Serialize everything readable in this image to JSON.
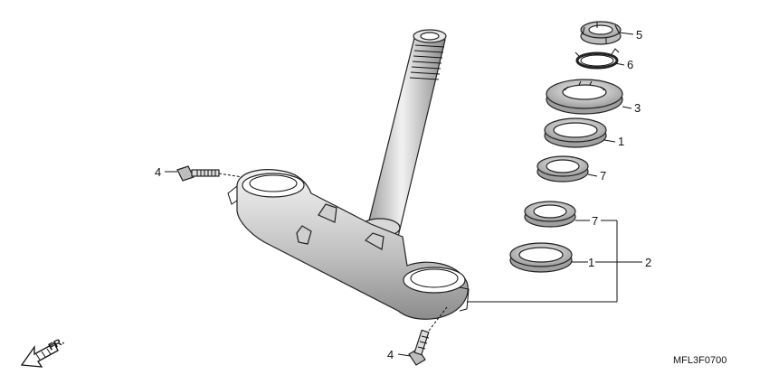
{
  "diagram": {
    "code": "MFL3F0700",
    "direction": "FR.",
    "callouts": {
      "c5": "5",
      "c6": "6",
      "c3": "3",
      "c1a": "1",
      "c7a": "7",
      "c7b": "7",
      "c1b": "1",
      "c2": "2",
      "c4a": "4",
      "c4b": "4"
    }
  }
}
